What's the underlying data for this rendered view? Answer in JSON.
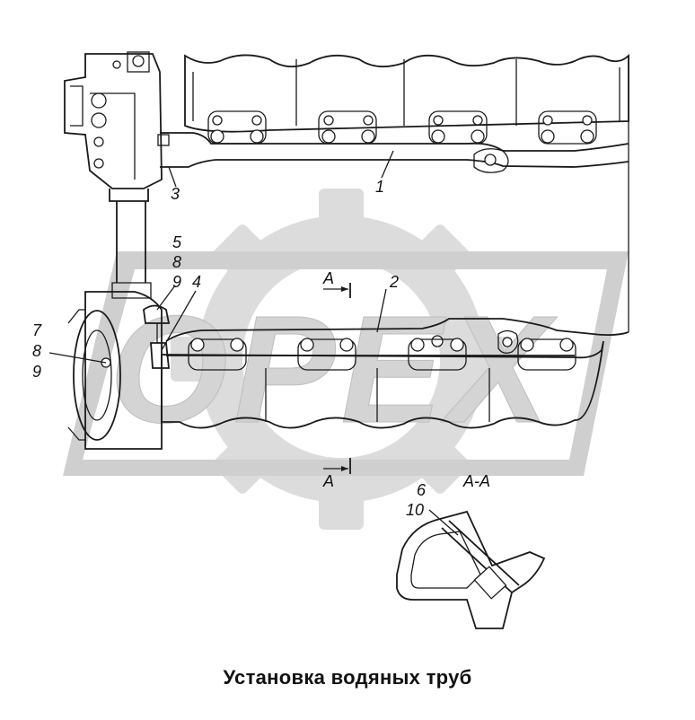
{
  "callouts": {
    "c1": "1",
    "c2": "2",
    "c3": "3",
    "c4": "4",
    "c5": "5",
    "c8a": "8",
    "c9a": "9",
    "c7": "7",
    "c8b": "8",
    "c9b": "9",
    "c6": "6",
    "c10": "10"
  },
  "section": {
    "label_top": "A",
    "label_bottom": "A",
    "view_title": "A-A"
  },
  "watermark": "OPEX",
  "caption": "Установка водяных труб",
  "colors": {
    "line": "#1a1a1a",
    "watermark": "#d9d9d9",
    "background": "#ffffff"
  }
}
